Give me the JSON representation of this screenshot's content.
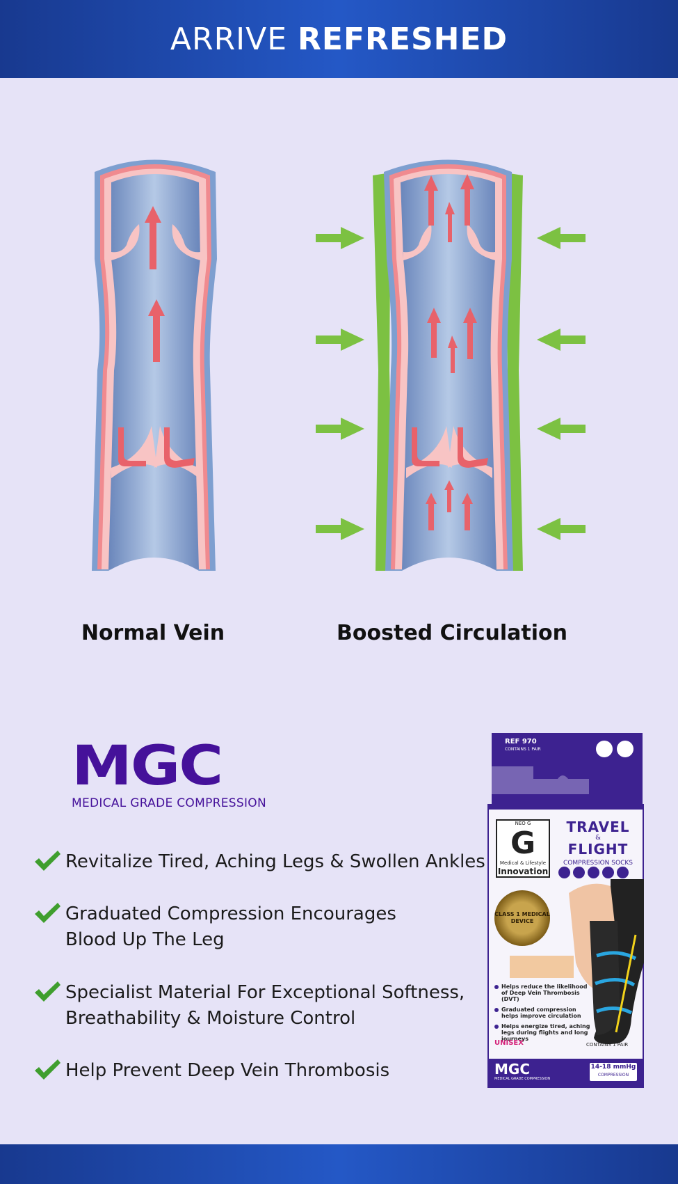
{
  "header": {
    "title_light": "ARRIVE",
    "title_bold": "REFRESHED"
  },
  "diagram": {
    "left_label": "Normal Vein",
    "right_label": "Boosted Circulation"
  },
  "brand": {
    "logo_text": "MGC",
    "logo_subtitle": "MEDICAL GRADE COMPRESSION",
    "color": "#45119a"
  },
  "features": [
    {
      "lines": [
        "Revitalize Tired, Aching Legs & Swollen Ankles"
      ]
    },
    {
      "lines": [
        "Graduated Compression Encourages",
        "Blood Up The Leg"
      ]
    },
    {
      "lines": [
        "Specialist Material For Exceptional Softness,",
        "Breathability & Moisture Control"
      ]
    },
    {
      "lines": [
        "Help Prevent Deep Vein Thrombosis"
      ]
    }
  ],
  "product_box": {
    "ref": "REF 970",
    "contains": "CONTAINS 1 PAIR",
    "neo_brand": "NEO G",
    "neo_tagline": "Medical & Lifestyle",
    "neo_innovation": "Innovation",
    "travel_line1": "TRAVEL",
    "travel_amp": "&",
    "travel_line2": "FLIGHT",
    "travel_sub": "COMPRESSION SOCKS",
    "seal": "CLASS 1 MEDICAL DEVICE",
    "bullets": [
      "Helps reduce the likelihood of Deep Vein Thrombosis (DVT)",
      "Graduated compression helps improve circulation",
      "Helps energize tired, aching legs during flights and long journeys"
    ],
    "unisex": "UNISEX",
    "pair": "CONTAINS 1 PAIR",
    "foot_logo": "MGC",
    "foot_sub": "MEDICAL GRADE COMPRESSION",
    "pressure": "14-18 mmHg",
    "pressure_sub": "COMPRESSION"
  },
  "colors": {
    "header": "#2458c6",
    "background": "#e6e3f7",
    "vein_blue": "#7e9ccb",
    "vein_pink": "#f5b6b6",
    "arrow_red": "#e8626a",
    "compression_green": "#7cc142",
    "check_green": "#3f9e2e"
  }
}
